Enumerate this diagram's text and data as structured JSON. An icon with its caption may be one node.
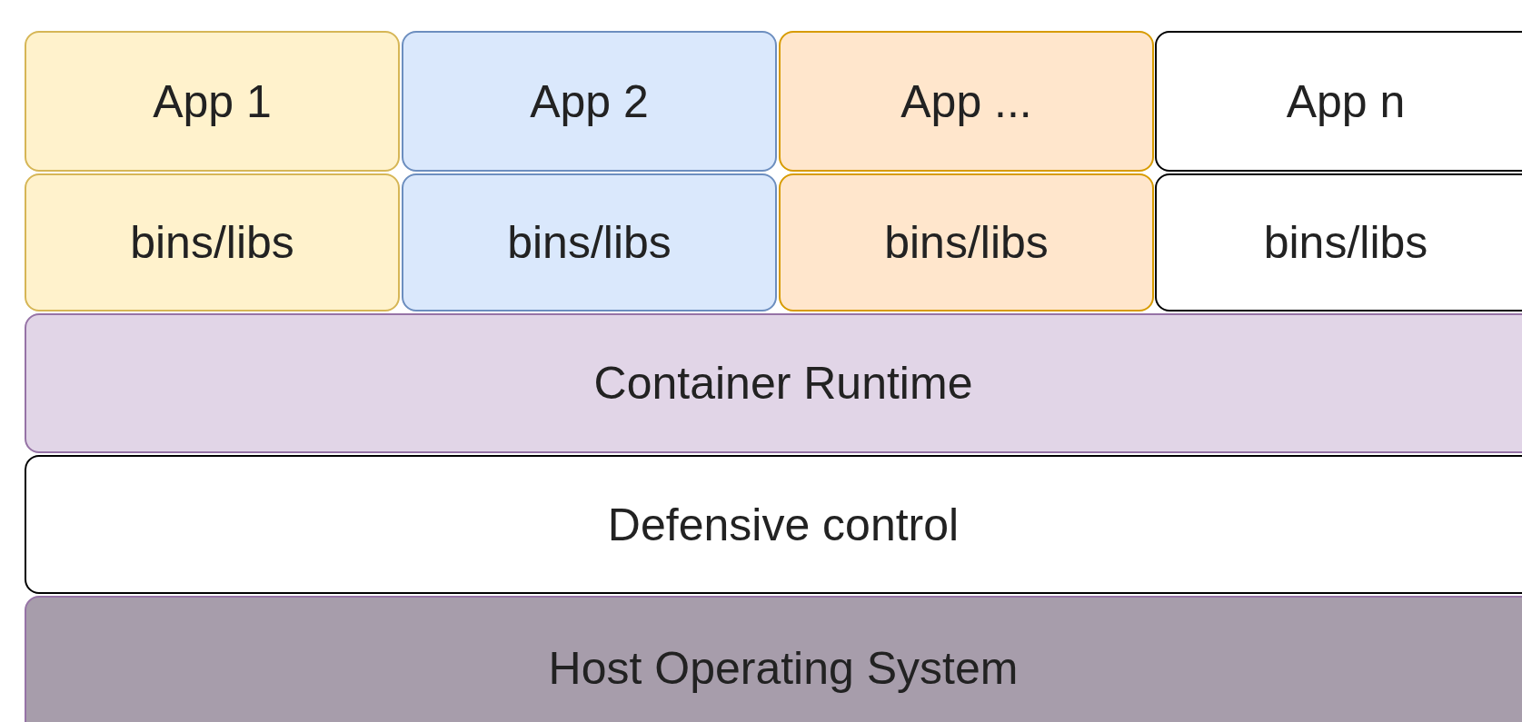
{
  "diagram": {
    "nodes": [
      {
        "text": [
          "App 1"
        ]
      },
      {
        "text": [
          "App 2"
        ]
      },
      {
        "text": [
          "App ..."
        ]
      },
      {
        "text": [
          "App n"
        ]
      },
      {
        "text": [
          "bins/libs"
        ]
      },
      {
        "text": [
          "bins/libs"
        ]
      },
      {
        "text": [
          "bins/libs"
        ]
      },
      {
        "text": [
          "bins/libs"
        ]
      },
      {
        "text": [
          "Container Runtime"
        ]
      },
      {
        "text": [
          "Defensive control"
        ]
      },
      {
        "text": [
          "Host Operating System"
        ]
      }
    ]
  }
}
